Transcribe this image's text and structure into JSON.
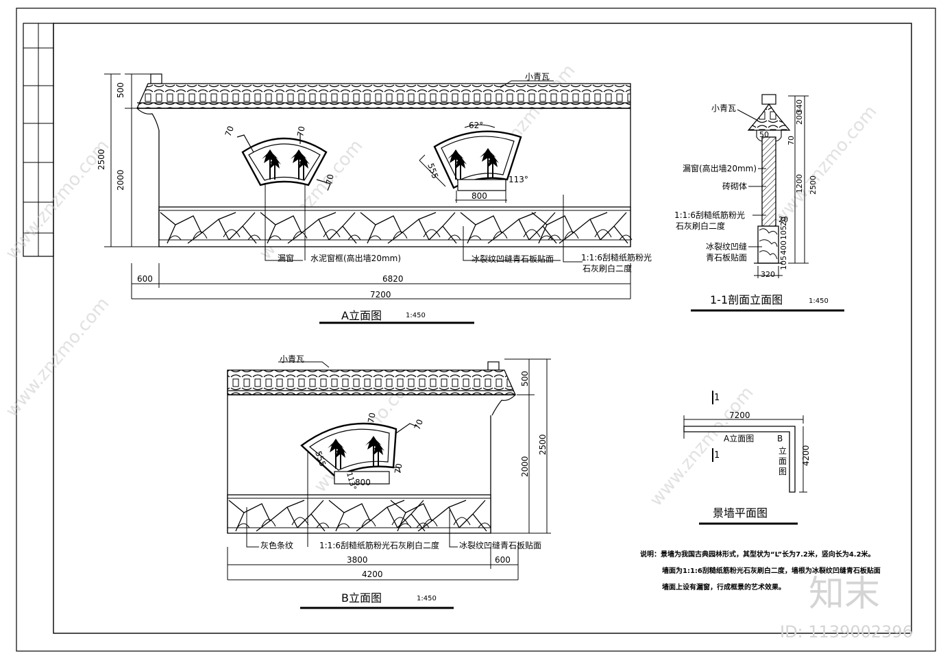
{
  "elevation_a": {
    "title": "A立面图",
    "scale": "1:450",
    "labels": {
      "tile": "小青瓦",
      "lou_chuang": "漏窗",
      "cement_frame": "水泥窗框(高出墙20mm)",
      "ice_crack": "冰裂纹凹缝青石板贴面",
      "plaster_line1": "1:1:6刮糙纸筋粉光",
      "plaster_line2": "石灰刷白二度"
    },
    "dims": {
      "h500": "500",
      "h2500": "2500",
      "h2000": "2000",
      "w600": "600",
      "w6820": "6820",
      "w7200": "7200",
      "w800": "800",
      "d70a": "70",
      "d70b": "70",
      "d70c": "70",
      "r555": "555",
      "ang62": "62°",
      "ang113": "113°"
    }
  },
  "elevation_b": {
    "title": "B立面图",
    "scale": "1:450",
    "labels": {
      "tile": "小青瓦",
      "grey_stripe": "灰色条纹",
      "plaster": "1:1:6刮糙纸筋粉光石灰刷白二度",
      "ice_crack": "冰裂纹凹缝青石板贴面"
    },
    "dims": {
      "h500": "500",
      "h2000": "2000",
      "h2500": "2500",
      "w3800": "3800",
      "w600": "600",
      "w4200": "4200",
      "w800": "800",
      "d70a": "70",
      "d70b": "70",
      "d70c": "70",
      "r555": "555",
      "ang113": "113°"
    }
  },
  "section": {
    "title": "1-1剖面立面图",
    "scale": "1:450",
    "labels": {
      "tile": "小青瓦",
      "lou_chuang": "漏窗(高出墙20mm)",
      "brick": "砖砌体",
      "plaster_line1": "1:1:6刮糙纸筋粉光",
      "plaster_line2": "石灰刷白二度",
      "ice_line1": "冰裂纹凹缝",
      "ice_line2": "青石板贴面"
    },
    "dims": {
      "d340": "340",
      "d200": "200",
      "d70": "70",
      "d50": "50",
      "d1200": "1200",
      "d2500": "2500",
      "d20a": "20",
      "d20b": "20",
      "d400": "400",
      "d105a": "105",
      "d105b": "105",
      "d320": "320"
    }
  },
  "plan": {
    "title": "景墙平面图",
    "section_mark_top": "1",
    "section_mark_bottom": "1",
    "label_a": "A立面图",
    "label_b_letter": "B",
    "label_b_chars": [
      "立",
      "面",
      "图"
    ],
    "dim_7200": "7200",
    "dim_4200": "4200"
  },
  "notes": {
    "line1": "说明：景墙为我国古典园林形式，其型状为“L”长为7.2米，竖向长为4.2米。",
    "line2": "墙面为1:1:6刮糙纸筋粉光石灰刷白二度，墙根为冰裂纹凹缝青石板贴面",
    "line3": "墙面上设有漏窗，行成框景的艺术效果。"
  },
  "watermark": {
    "text": "www.znzmo.com",
    "brand": "知末",
    "id": "ID: 1139002396"
  }
}
